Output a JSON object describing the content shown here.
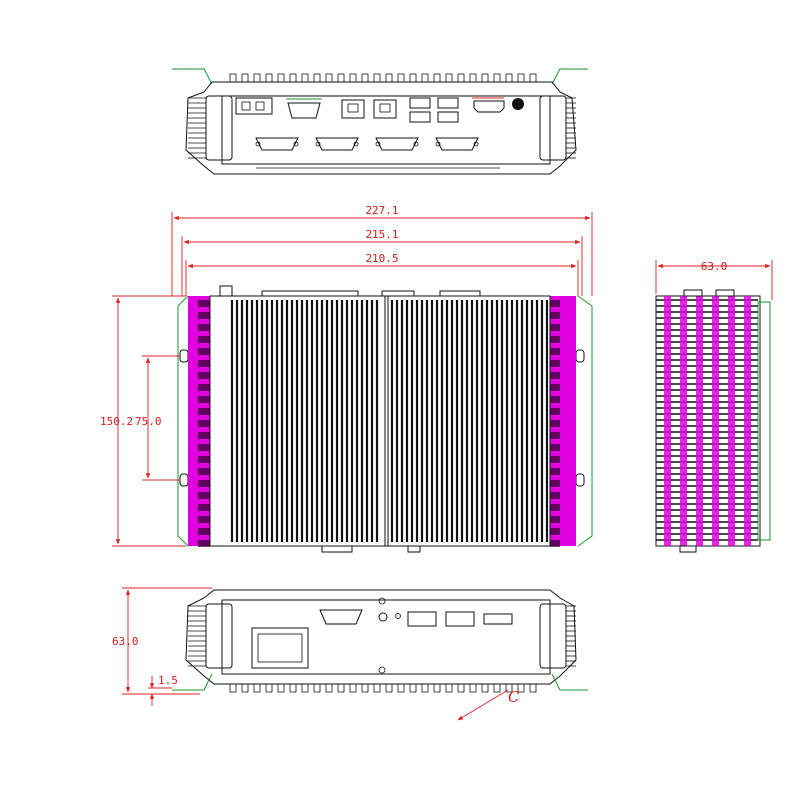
{
  "dimensions": {
    "overall_width": "227.1",
    "inner_width": "215.1",
    "hole_spacing_x": "210.5",
    "height_total": "150.2",
    "hole_spacing_y": "75.0",
    "side_depth": "63.0",
    "front_height": "63.0",
    "foot_offset": "1.5"
  },
  "annotation_letter": "C",
  "colors": {
    "dimension": "#e02020",
    "fin_highlight": "#e000e0",
    "mount_bracket": "#1a9a2a",
    "outline": "#111111"
  }
}
